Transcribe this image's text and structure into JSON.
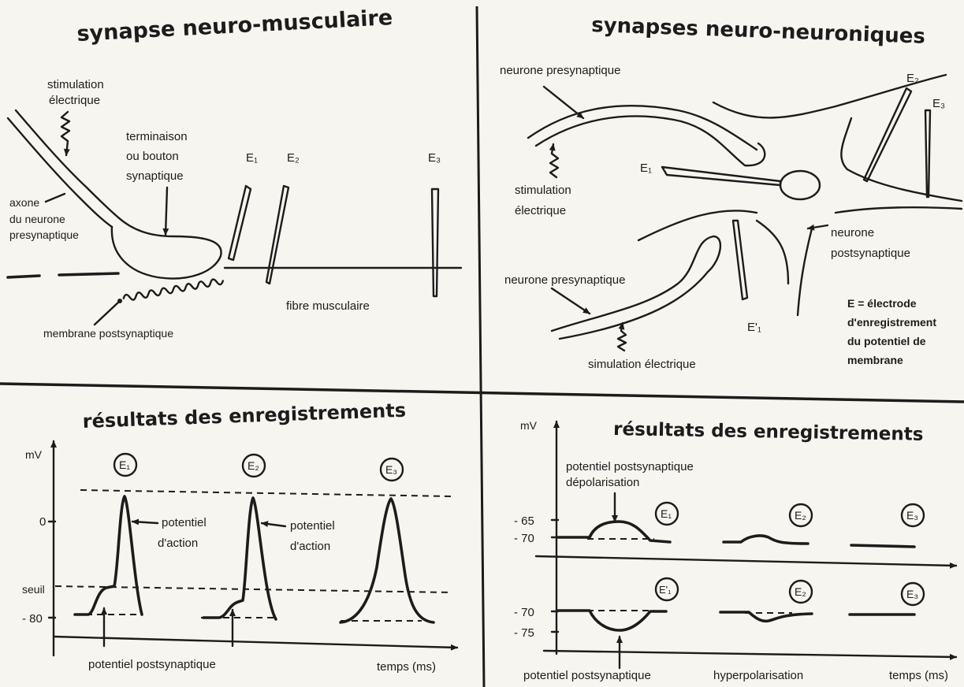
{
  "top_left": {
    "title": "synapse neuro-musculaire",
    "stim": [
      "stimulation",
      "électrique"
    ],
    "bouton": [
      "terminaison",
      "ou bouton",
      "synaptique"
    ],
    "axone": [
      "axone",
      "du neurone",
      "presynaptique"
    ],
    "e1": "E₁",
    "e2": "E₂",
    "e3": "E₃",
    "fibre": "fibre musculaire",
    "membrane": "membrane postsynaptique"
  },
  "top_right": {
    "title": "synapses neuro-neuroniques",
    "pre1": "neurone presynaptique",
    "stim": [
      "stimulation",
      "électrique"
    ],
    "e1": "E₁",
    "e2": "E₂",
    "e3": "E₃",
    "e1p": "E'₁",
    "post": [
      "neurone",
      "postsynaptique"
    ],
    "pre2": "neurone presynaptique",
    "simul": "simulation électrique",
    "legend": [
      "E = électrode",
      "d'enregistrement",
      "du potentiel de",
      "membrane"
    ]
  },
  "bottom_left": {
    "title": "résultats des enregistrements",
    "mv": "mV",
    "y0": "0",
    "seuil": "seuil",
    "y80": "- 80",
    "e1": "E₁",
    "e2": "E₂",
    "e3": "E₃",
    "pa1": [
      "potentiel",
      "d'action"
    ],
    "pa2": [
      "potentiel",
      "d'action"
    ],
    "pps": "potentiel postsynaptique",
    "temps": "temps (ms)"
  },
  "bottom_right": {
    "title": "résultats des enregistrements",
    "mv": "mV",
    "depol": [
      "potentiel postsynaptique",
      "dépolarisation"
    ],
    "y65": "- 65",
    "y70a": "- 70",
    "y70b": "- 70",
    "y75": "- 75",
    "e1": "E₁",
    "e2a": "E₂",
    "e3a": "E₃",
    "e1p": "E'₁",
    "e2b": "E₂",
    "e3b": "E₃",
    "pps": "potentiel postsynaptique",
    "hyper": "hyperpolarisation",
    "temps": "temps (ms)"
  }
}
